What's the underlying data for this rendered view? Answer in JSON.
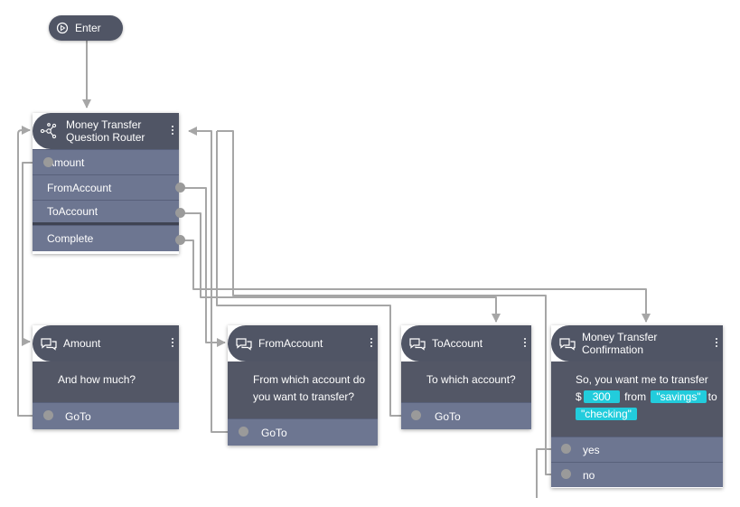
{
  "start": {
    "label": "Enter",
    "icon": "play-circle-icon"
  },
  "router": {
    "title_line1": "Money Transfer",
    "title_line2": "Question Router",
    "icon": "router-nodes-icon",
    "rows": [
      "Amount",
      "FromAccount",
      "ToAccount",
      "Complete"
    ]
  },
  "amount_node": {
    "title": "Amount",
    "icon": "chat-bubbles-icon",
    "prompt": "And how much?",
    "exit": "GoTo"
  },
  "from_node": {
    "title": "FromAccount",
    "icon": "chat-bubbles-icon",
    "prompt_line1": "From which account do",
    "prompt_line2": "you want to transfer?",
    "exit": "GoTo"
  },
  "to_node": {
    "title": "ToAccount",
    "icon": "chat-bubbles-icon",
    "prompt": "To which account?",
    "exit": "GoTo"
  },
  "confirm_node": {
    "title_line1": "Money Transfer",
    "title_line2": "Confirmation",
    "icon": "chat-bubbles-icon",
    "text_intro": "So, you want me to transfer",
    "currency": "$",
    "amount_value": "300",
    "from_word": "from",
    "from_value": "\"savings\"",
    "to_word": "to",
    "to_value": "\"checking\"",
    "exits": [
      "yes",
      "no"
    ]
  },
  "colors": {
    "header": "#505565",
    "body": "#535766",
    "row": "#6d7691",
    "wire": "#a6a6a6",
    "port": "#9a9a9a",
    "chip": "#22ccdc"
  }
}
